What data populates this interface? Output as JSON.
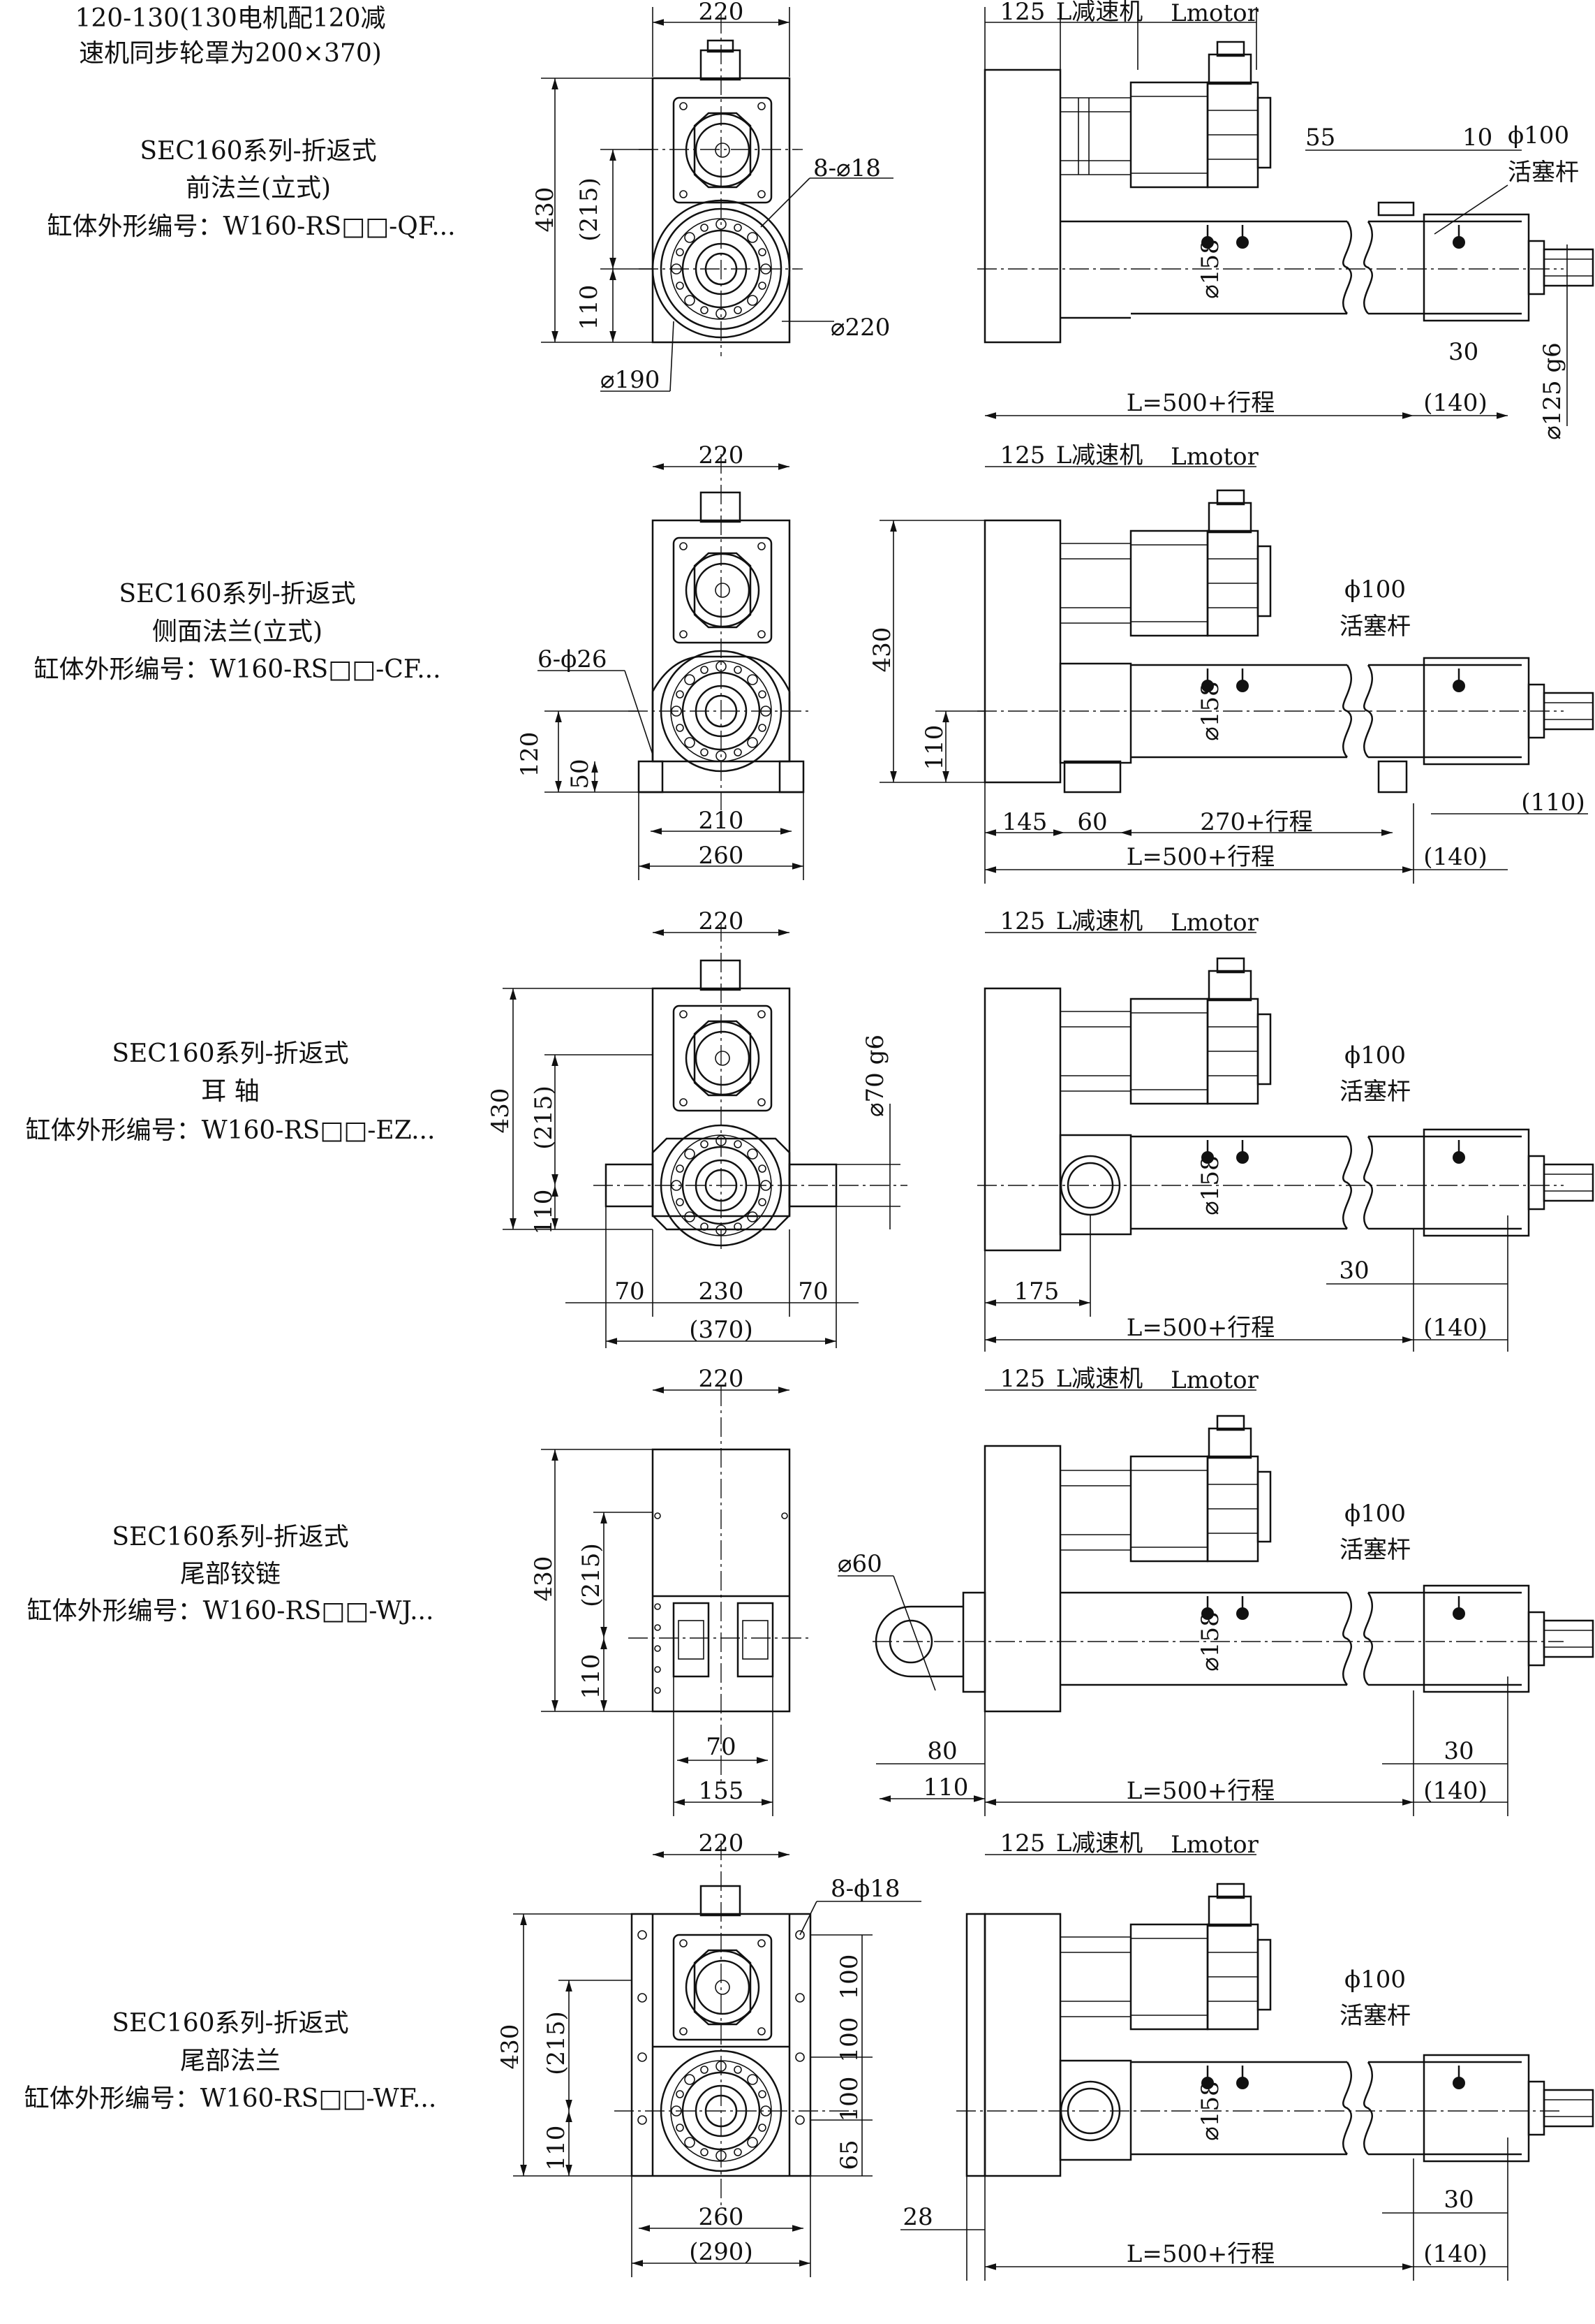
{
  "note": {
    "line1": "120-130(130电机配120减",
    "line2": "速机同步轮罩为200×370)"
  },
  "sections": [
    {
      "name": "SEC160系列-折返式",
      "mount": "前法兰(立式)",
      "code": "缸体外形编号：W160-RS□□-QF..."
    },
    {
      "name": "SEC160系列-折返式",
      "mount": "侧面法兰(立式)",
      "code": "缸体外形编号：W160-RS□□-CF..."
    },
    {
      "name": "SEC160系列-折返式",
      "mount": "耳 轴",
      "code": "缸体外形编号：W160-RS□□-EZ..."
    },
    {
      "name": "SEC160系列-折返式",
      "mount": "尾部铰链",
      "code": "缸体外形编号：W160-RS□□-WJ..."
    },
    {
      "name": "SEC160系列-折返式",
      "mount": "尾部法兰",
      "code": "缸体外形编号：W160-RS□□-WF..."
    }
  ],
  "common": {
    "w220": "220",
    "h430": "430",
    "h215": "(215)",
    "h110": "110",
    "d125": "125",
    "l_reducer": "L减速机",
    "l_motor": "Lmotor",
    "dia158": "⌀158",
    "stroke": "L=500+行程",
    "ext140": "(140)",
    "rod": "ϕ100",
    "rod_label": "活塞杆",
    "d30": "30"
  },
  "s1": {
    "holes": "8-⌀18",
    "d220": "⌀220",
    "d190": "⌀190",
    "d55": "55",
    "d10": "10",
    "rodfit": "⌀125 g6"
  },
  "s2": {
    "holes": "6-ϕ26",
    "h120": "120",
    "h50": "50",
    "w210": "210",
    "w260": "260",
    "d145": "145",
    "d60": "60",
    "d270": "270+行程",
    "d110": "(110)"
  },
  "s3": {
    "pin": "⌀70 g6",
    "w70a": "70",
    "w230": "230",
    "w70b": "70",
    "w370": "(370)",
    "d175": "175"
  },
  "s4": {
    "w70": "70",
    "w155": "155",
    "d60": "⌀60",
    "d80": "80",
    "d110": "110"
  },
  "s5": {
    "holes": "8-ϕ18",
    "v100a": "100",
    "v100b": "100",
    "v100c": "100",
    "v65": "65",
    "w260": "260",
    "w290": "(290)",
    "d28": "28"
  }
}
